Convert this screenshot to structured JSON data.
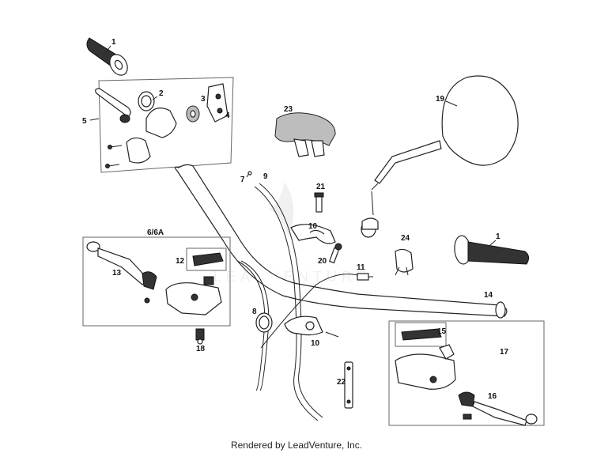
{
  "callouts": {
    "c1a": "1",
    "c1b": "1",
    "c2": "2",
    "c3": "3",
    "c4": "4",
    "c5": "5",
    "c6": "6/6A",
    "c7": "7",
    "c8": "8",
    "c9": "9",
    "c10a": "10",
    "c10b": "10",
    "c11": "11",
    "c12": "12",
    "c13": "13",
    "c14": "14",
    "c15": "15",
    "c16": "16",
    "c17": "17",
    "c18": "18",
    "c19": "19",
    "c20": "20",
    "c21": "21",
    "c22": "22",
    "c23": "23",
    "c24": "24"
  },
  "footer": "Rendered by LeadVenture, Inc.",
  "watermark": "LEADVENTURE"
}
